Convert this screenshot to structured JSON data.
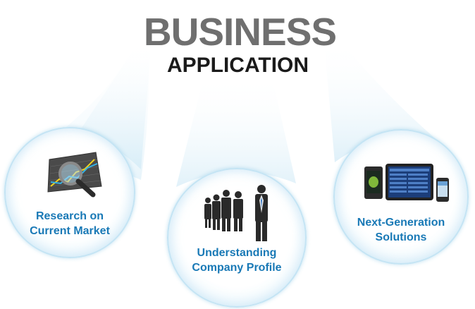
{
  "header": {
    "title": "BUSINESS",
    "subtitle": "APPLICATION"
  },
  "features": [
    {
      "line1": "Research on",
      "line2": "Current Market",
      "icon": "magnifier-chart-icon"
    },
    {
      "line1": "Understanding",
      "line2": "Company Profile",
      "icon": "business-people-icon"
    },
    {
      "line1": "Next-Generation",
      "line2": "Solutions",
      "icon": "devices-icon"
    }
  ],
  "colors": {
    "title": "#6f6f6f",
    "subtitle": "#1a1a1a",
    "label": "#1979b6",
    "circle_border": "#c4e4f4"
  }
}
